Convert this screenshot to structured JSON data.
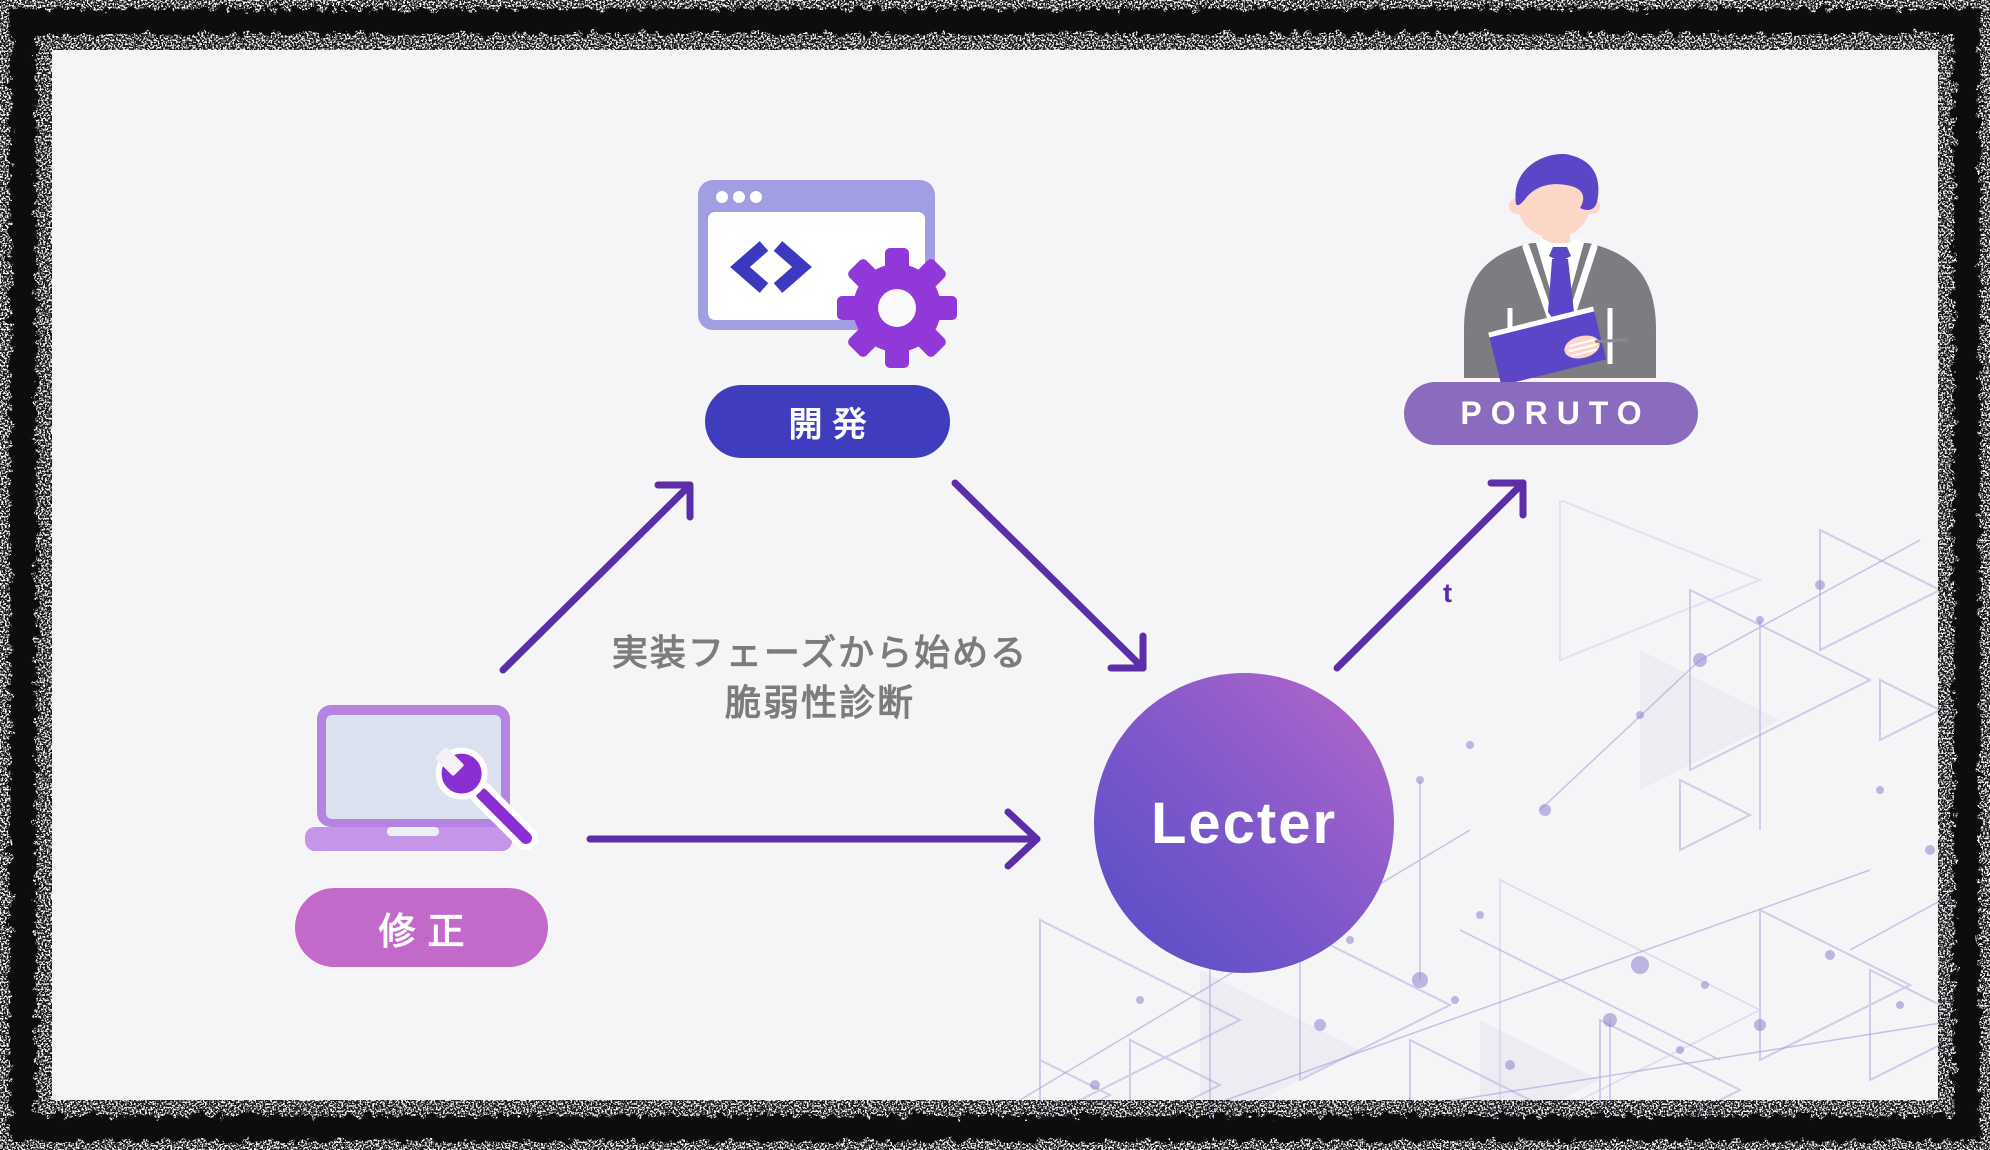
{
  "nodes": {
    "development": {
      "label": "開発"
    },
    "fix": {
      "label": "修正"
    },
    "poruto": {
      "label": "PORUTO"
    },
    "lecter": {
      "label": "Lecter"
    }
  },
  "caption": {
    "line1": "実装フェーズから始める",
    "line2": "脆弱性診断"
  },
  "edge_label": "t",
  "icons": {
    "development": "code-window-gear-icon",
    "fix": "laptop-wrench-icon",
    "poruto": "businessman-icon"
  },
  "colors": {
    "background": "#f5f4f6",
    "frame": "#0d0d0d",
    "arrow": "#5b2da8",
    "caption_text": "#7c7c7c",
    "development_pill": "#3f3cbe",
    "fix_pill": "#c269c9",
    "poruto_pill": "#8a6bbd",
    "lecter_gradient_start": "#544dc6",
    "lecter_gradient_end": "#b867c9",
    "browser_window": "#a29ee3",
    "code_brackets": "#3c39c0",
    "gear": "#9038d8",
    "laptop_body": "#b583e2",
    "laptop_screen": "#dce1ef",
    "wrench": "#8a2fd2",
    "pattern": "#9a90d6",
    "hair": "#5b46c8",
    "skin": "#fcd7c8",
    "suit": "#7d7c80"
  }
}
